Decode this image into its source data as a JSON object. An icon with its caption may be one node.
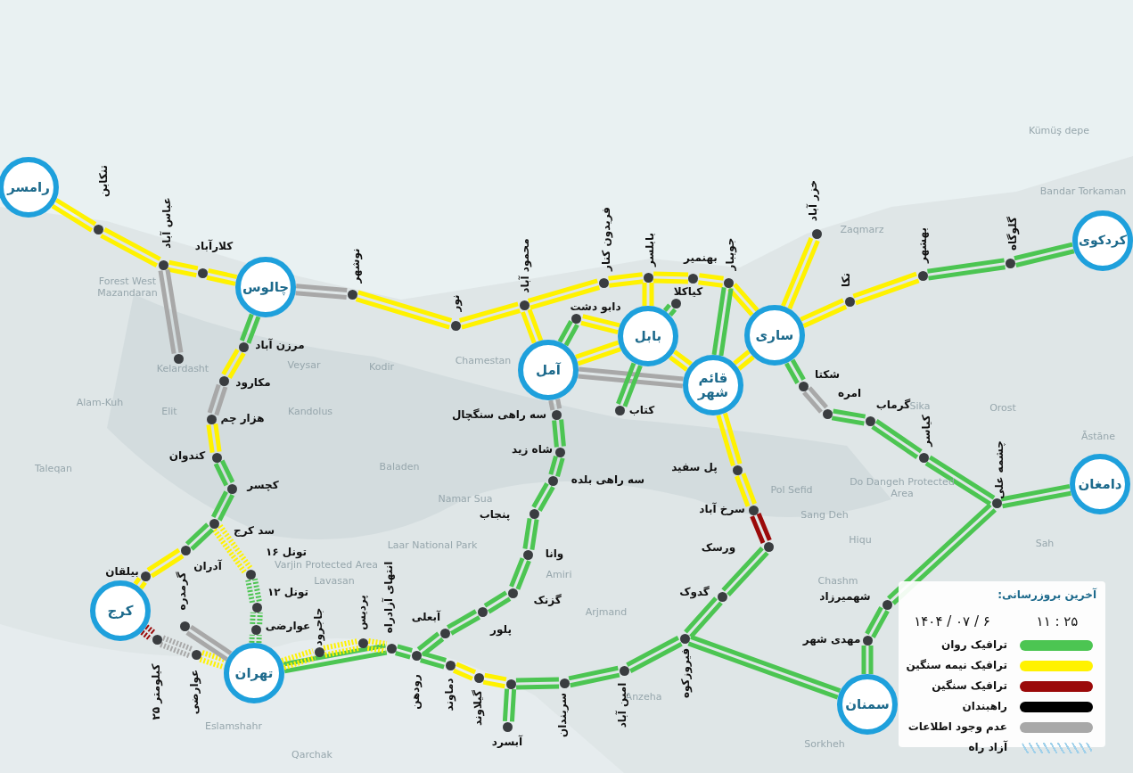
{
  "diagram": {
    "nodes": [
      {
        "text": [
          "رامسر"
        ]
      },
      {
        "text": [
          "تنکابن"
        ]
      },
      {
        "text": [
          "عباس آباد"
        ]
      },
      {
        "text": [
          "کلارآباد"
        ]
      },
      {
        "text": [
          "چالوس"
        ]
      },
      {
        "text": [
          "نوشهر"
        ]
      },
      {
        "text": [],
        "shape": "circle"
      },
      {
        "text": [
          "مرزن آباد"
        ]
      },
      {
        "text": [
          "مکارود"
        ]
      },
      {
        "text": [
          "هزار چم"
        ]
      },
      {
        "text": [
          "کندوان"
        ]
      },
      {
        "text": [
          "کچسر"
        ]
      },
      {
        "text": [
          "سد کرج"
        ]
      },
      {
        "text": [
          "آدران"
        ]
      },
      {
        "text": [
          "بیلقان"
        ]
      },
      {
        "text": [
          "کرج"
        ]
      },
      {
        "text": [
          "تونل ۱۶"
        ]
      },
      {
        "text": [
          "تونل ۱۲"
        ]
      },
      {
        "text": [
          "عوارضی"
        ]
      },
      {
        "text": [
          "گرمدره"
        ]
      },
      {
        "text": [
          "کیلومتر ۲۵"
        ]
      },
      {
        "text": [
          "عوارضی"
        ]
      },
      {
        "text": [
          "تهران"
        ]
      },
      {
        "text": [
          "جاجرود"
        ]
      },
      {
        "text": [
          "پردیس"
        ]
      },
      {
        "text": [
          "انتهای آزادراه"
        ]
      },
      {
        "text": [
          "رودهن"
        ]
      },
      {
        "text": [
          "آبعلی"
        ]
      },
      {
        "text": [
          "دماوند"
        ]
      },
      {
        "text": [
          "گیلاوند"
        ]
      },
      {
        "text": [],
        "shape": "circle"
      },
      {
        "text": [
          "آبسرد"
        ]
      },
      {
        "text": [
          "سربندان"
        ]
      },
      {
        "text": [
          "امین آباد"
        ]
      },
      {
        "text": [
          "فیروزکوه"
        ]
      },
      {
        "text": [
          "پلور"
        ]
      },
      {
        "text": [
          "گزنک"
        ]
      },
      {
        "text": [
          "وانا"
        ]
      },
      {
        "text": [
          "پنجاب"
        ]
      },
      {
        "text": [
          "سه راهی بلده"
        ]
      },
      {
        "text": [
          "شاه زید"
        ]
      },
      {
        "text": [
          "سه راهی سنگچال"
        ]
      },
      {
        "text": [
          "نور"
        ]
      },
      {
        "text": [
          "محمود آباد"
        ]
      },
      {
        "text": [
          "فریدون کنار"
        ]
      },
      {
        "text": [
          "بابلسر"
        ]
      },
      {
        "text": [
          "بهنمیر"
        ]
      },
      {
        "text": [
          "جویبار"
        ]
      },
      {
        "text": [
          "دابو دشت"
        ]
      },
      {
        "text": [
          "آمل"
        ]
      },
      {
        "text": [
          "بابل"
        ]
      },
      {
        "text": [
          "کیاکلا"
        ]
      },
      {
        "text": [
          "کتاب"
        ]
      },
      {
        "text": [
          "قائم شهر"
        ]
      },
      {
        "text": [
          "ساری"
        ]
      },
      {
        "text": [
          "خزر آباد"
        ]
      },
      {
        "text": [
          "نکا"
        ]
      },
      {
        "text": [
          "بهشهر"
        ]
      },
      {
        "text": [
          "گلوگاه"
        ]
      },
      {
        "text": [
          "کردکوی"
        ]
      },
      {
        "text": [
          "شکتا"
        ]
      },
      {
        "text": [
          "امره"
        ]
      },
      {
        "text": [
          "گرماب"
        ]
      },
      {
        "text": [
          "کیاسر"
        ]
      },
      {
        "text": [
          "چشمه علی"
        ]
      },
      {
        "text": [
          "دامغان"
        ]
      },
      {
        "text": [
          "پل سفید"
        ]
      },
      {
        "text": [
          "سرخ آباد"
        ]
      },
      {
        "text": [
          "ورسک"
        ]
      },
      {
        "text": [
          "گدوک"
        ]
      },
      {
        "text": [
          "شهمیرزاد"
        ]
      },
      {
        "text": [
          "مهدی شهر"
        ]
      },
      {
        "text": [
          "سمنان"
        ]
      }
    ],
    "edges": [
      {
        "from": 0,
        "to": 1,
        "arrow": "none",
        "color": "#fff200"
      },
      {
        "from": 1,
        "to": 2,
        "arrow": "none",
        "color": "#fff200"
      },
      {
        "from": 2,
        "to": 3,
        "arrow": "none",
        "color": "#fff200"
      },
      {
        "from": 3,
        "to": 4,
        "arrow": "none",
        "color": "#fff200"
      },
      {
        "from": 2,
        "to": 6,
        "arrow": "none",
        "color": "#a8a8a8"
      },
      {
        "from": 4,
        "to": 5,
        "arrow": "none",
        "color": "#a8a8a8"
      },
      {
        "from": 5,
        "to": 42,
        "arrow": "none",
        "color": "#fff200"
      },
      {
        "from": 42,
        "to": 43,
        "arrow": "none",
        "color": "#fff200"
      },
      {
        "from": 43,
        "to": 44,
        "arrow": "none",
        "color": "#fff200"
      },
      {
        "from": 44,
        "to": 45,
        "arrow": "none",
        "color": "#fff200"
      },
      {
        "from": 45,
        "to": 46,
        "arrow": "none",
        "color": "#fff200"
      },
      {
        "from": 46,
        "to": 47,
        "arrow": "none",
        "color": "#fff200"
      },
      {
        "from": 47,
        "to": 54,
        "arrow": "none",
        "color": "#fff200"
      },
      {
        "from": 47,
        "to": 53,
        "arrow": "none"
      },
      {
        "from": 43,
        "to": 49,
        "arrow": "none",
        "color": "#fff200"
      },
      {
        "from": 49,
        "to": 48,
        "arrow": "none"
      },
      {
        "from": 48,
        "to": 50,
        "arrow": "none",
        "color": "#fff200"
      },
      {
        "from": 49,
        "to": 50,
        "arrow": "none",
        "color": "#fff200"
      },
      {
        "from": 49,
        "to": 53,
        "arrow": "none",
        "color": "#a8a8a8"
      },
      {
        "from": 45,
        "to": 50,
        "arrow": "none",
        "color": "#fff200"
      },
      {
        "from": 50,
        "to": 51,
        "arrow": "none"
      },
      {
        "from": 50,
        "to": 52,
        "arrow": "none"
      },
      {
        "from": 50,
        "to": 53,
        "arrow": "none",
        "color": "#fff200"
      },
      {
        "from": 53,
        "to": 54,
        "arrow": "none",
        "color": "#fff200"
      },
      {
        "from": 54,
        "to": 55,
        "arrow": "none",
        "color": "#fff200"
      },
      {
        "from": 54,
        "to": 56,
        "arrow": "none",
        "color": "#fff200"
      },
      {
        "from": 56,
        "to": 57,
        "arrow": "none",
        "color": "#fff200"
      },
      {
        "from": 57,
        "to": 58,
        "arrow": "none"
      },
      {
        "from": 58,
        "to": 59,
        "arrow": "none"
      },
      {
        "from": 54,
        "to": 60,
        "arrow": "none"
      },
      {
        "from": 60,
        "to": 61,
        "arrow": "none",
        "color": "#a8a8a8"
      },
      {
        "from": 61,
        "to": 62,
        "arrow": "none"
      },
      {
        "from": 62,
        "to": 63,
        "arrow": "none"
      },
      {
        "from": 63,
        "to": 64,
        "arrow": "none"
      },
      {
        "from": 64,
        "to": 65,
        "arrow": "none"
      },
      {
        "from": 64,
        "to": 70,
        "arrow": "none"
      },
      {
        "from": 70,
        "to": 71,
        "arrow": "none"
      },
      {
        "from": 71,
        "to": 72,
        "arrow": "none"
      },
      {
        "from": 72,
        "to": 34,
        "arrow": "none"
      },
      {
        "from": 53,
        "to": 66,
        "arrow": "none",
        "color": "#fff200"
      },
      {
        "from": 66,
        "to": 67,
        "arrow": "none",
        "color": "#fff200"
      },
      {
        "from": 67,
        "to": 68,
        "arrow": "none",
        "color": "#9b0a0a"
      },
      {
        "from": 68,
        "to": 69,
        "arrow": "none"
      },
      {
        "from": 69,
        "to": 34,
        "arrow": "none"
      },
      {
        "from": 34,
        "to": 33,
        "arrow": "none"
      },
      {
        "from": 33,
        "to": 32,
        "arrow": "none"
      },
      {
        "from": 32,
        "to": 30,
        "arrow": "none"
      },
      {
        "from": 30,
        "to": 31,
        "arrow": "none"
      },
      {
        "from": 30,
        "to": 29,
        "arrow": "none",
        "color": "#fff200"
      },
      {
        "from": 29,
        "to": 28,
        "arrow": "none",
        "color": "#fff200"
      },
      {
        "from": 28,
        "to": 26,
        "arrow": "none"
      },
      {
        "from": 26,
        "to": 27,
        "arrow": "none"
      },
      {
        "from": 27,
        "to": 35,
        "arrow": "none"
      },
      {
        "from": 35,
        "to": 36,
        "arrow": "none"
      },
      {
        "from": 36,
        "to": 37,
        "arrow": "none"
      },
      {
        "from": 37,
        "to": 38,
        "arrow": "none"
      },
      {
        "from": 38,
        "to": 39,
        "arrow": "none"
      },
      {
        "from": 39,
        "to": 40,
        "arrow": "none"
      },
      {
        "from": 40,
        "to": 41,
        "arrow": "none"
      },
      {
        "from": 41,
        "to": 49,
        "arrow": "none",
        "color": "#a8a8a8"
      },
      {
        "from": 26,
        "to": 25,
        "arrow": "none"
      },
      {
        "from": 25,
        "to": 22,
        "arrow": "none"
      },
      {
        "from": 22,
        "to": 23,
        "arrow": "none",
        "style": "dashed",
        "color": "#fff200"
      },
      {
        "from": 23,
        "to": 24,
        "arrow": "none",
        "style": "dashed",
        "color": "#fff200"
      },
      {
        "from": 24,
        "to": 25,
        "arrow": "none",
        "style": "dashed",
        "color": "#fff200"
      },
      {
        "from": 22,
        "to": 18,
        "arrow": "none",
        "style": "dashed"
      },
      {
        "from": 18,
        "to": 17,
        "arrow": "none",
        "style": "dashed"
      },
      {
        "from": 17,
        "to": 16,
        "arrow": "none",
        "style": "dashed"
      },
      {
        "from": 16,
        "to": 12,
        "arrow": "none",
        "style": "dashed",
        "color": "#fff200"
      },
      {
        "from": 12,
        "to": 11,
        "arrow": "none"
      },
      {
        "from": 11,
        "to": 10,
        "arrow": "none"
      },
      {
        "from": 10,
        "to": 9,
        "arrow": "none",
        "color": "#fff200"
      },
      {
        "from": 9,
        "to": 8,
        "arrow": "none",
        "color": "#a8a8a8"
      },
      {
        "from": 8,
        "to": 7,
        "arrow": "none",
        "color": "#fff200"
      },
      {
        "from": 7,
        "to": 4,
        "arrow": "none"
      },
      {
        "from": 12,
        "to": 13,
        "arrow": "none"
      },
      {
        "from": 13,
        "to": 14,
        "arrow": "none",
        "color": "#fff200"
      },
      {
        "from": 14,
        "to": 15,
        "arrow": "none",
        "color": "#fff200"
      },
      {
        "from": 15,
        "to": 20,
        "arrow": "none",
        "style": "dashed",
        "color": "#9b0a0a"
      },
      {
        "from": 20,
        "to": 21,
        "arrow": "none",
        "style": "dashed",
        "color": "#a8a8a8"
      },
      {
        "from": 21,
        "to": 22,
        "arrow": "none",
        "style": "dashed",
        "color": "#fff200"
      },
      {
        "from": 19,
        "to": 22,
        "arrow": "none",
        "color": "#a8a8a8"
      }
    ],
    "labels": [
      "Kümüş depe",
      "Bandar Torkaman",
      "Zaqmarz",
      "Forest West Mazandaran",
      "Kelardasht",
      "Veysar",
      "Kodir",
      "Chamestan",
      "Alam-Kuh",
      "Elit",
      "Kandolus",
      "Sika",
      "Orost",
      "Āstāne",
      "Taleqan",
      "Baladen",
      "Namar Sua",
      "Pol Sefid",
      "Do Dangeh Protected Area",
      "Sang Deh",
      "Laar National Park",
      "Hiqu",
      "Sah",
      "Varjin Protected Area",
      "Lavasan",
      "Amiri",
      "Chashm",
      "Arjmand",
      "Anzeha",
      "Eslamshahr",
      "Sorkheh",
      "Qarchak",
      "آخرین بروزرسانی:",
      "۱۴۰۴ / ۰۷ / ۶",
      "۱۱ : ۲۵"
    ],
    "legend": [
      {
        "text": "ترافیک روان",
        "color": "#4cc552"
      },
      {
        "text": "ترافیک نیمه سنگین",
        "color": "#fff200"
      },
      {
        "text": "ترافیک سنگین",
        "color": "#9b0a0a"
      },
      {
        "text": "راهبندان",
        "color": "#000000"
      },
      {
        "text": "عدم وجود اطلاعات",
        "color": "#a8a8a8"
      },
      {
        "text": "آزاد راه"
      }
    ]
  }
}
